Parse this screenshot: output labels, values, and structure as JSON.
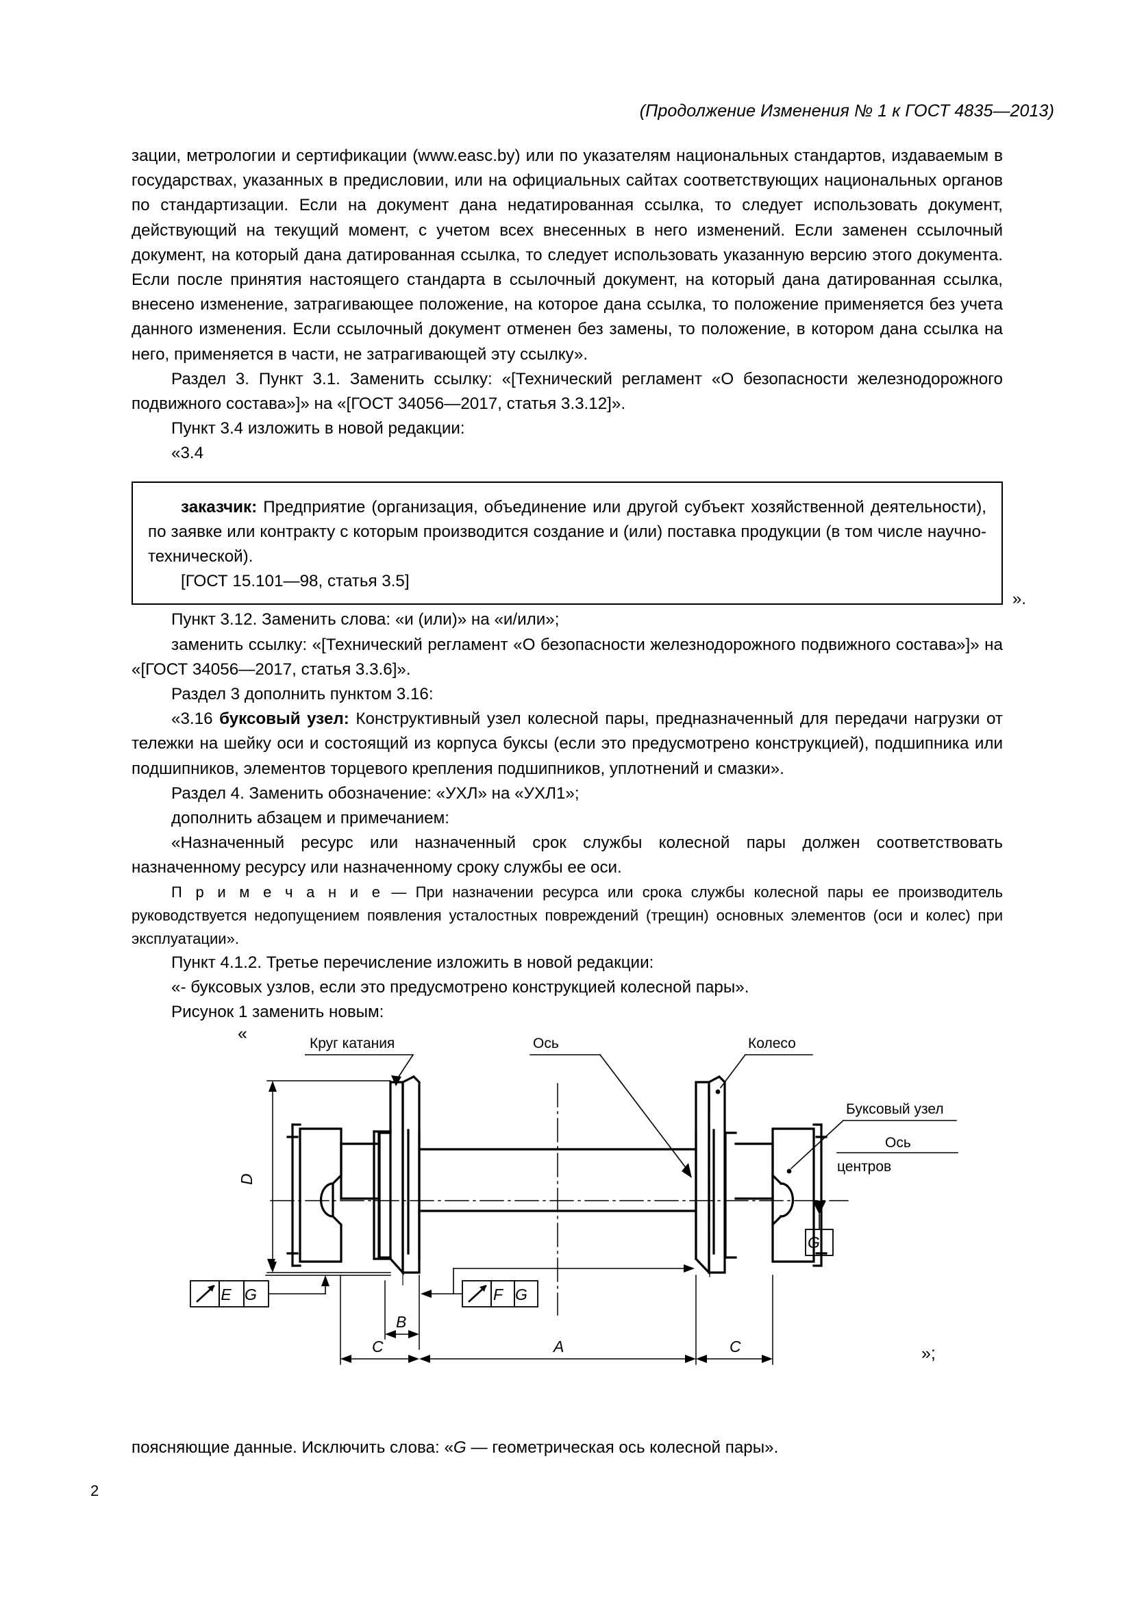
{
  "header": {
    "running_title": "(Продолжение Изменения № 1 к ГОСТ 4835—2013)"
  },
  "body": {
    "p1": "зации, метрологии и сертификации (www.easc.by) или по указателям национальных стандартов, издаваемым в государствах, указанных в предисловии, или на официальных сайтах соответствующих национальных органов по стандартизации. Если на документ дана недатированная ссылка, то следует использовать документ, действующий на текущий момент, с учетом всех внесенных в него изменений. Если заменен ссылочный документ, на который дана датированная ссылка, то следует использовать указанную версию этого документа. Если после принятия настоящего стандарта в ссылочный документ, на который дана датированная ссылка, внесено изменение, затрагивающее положение, на которое дана ссылка, то положение применяется без учета данного изменения. Если ссылочный документ отменен без замены, то положение, в котором дана ссылка на него, применяется в части, не затрагивающей эту ссылку».",
    "p2": "Раздел 3. Пункт 3.1. Заменить ссылку: «[Технический регламент «О безопасности железнодорожного подвижного состава»]» на «[ГОСТ 34056—2017, статья 3.3.12]».",
    "p3": "Пункт 3.4 изложить в новой редакции:",
    "p4": "«3.4",
    "p5_a": "Пункт 3.12. Заменить слова: «и (или)» на «и/или»;",
    "p5_b": "заменить ссылку: «[Технический регламент «О безопасности железнодорожного подвижного состава»]» на «[ГОСТ 34056—2017, статья 3.3.6]».",
    "p6": "Раздел 3 дополнить пунктом 3.16:",
    "p7_prefix": "«3.16 ",
    "p7_term": "буксовый узел:",
    "p7_rest": " Конструктивный узел колесной пары, предназначенный для передачи нагрузки от тележки на шейку оси и состоящий из корпуса буксы (если это предусмотрено конструкцией), подшипника или подшипников, элементов торцевого крепления подшипников, уплотнений и смазки».",
    "p8": "Раздел 4. Заменить обозначение: «УХЛ» на «УХЛ1»;",
    "p9": "дополнить абзацем и примечанием:",
    "p10": "«Назначенный ресурс или назначенный срок службы колесной пары должен соответствовать назначенному ресурсу или назначенному сроку службы ее оси.",
    "p11_label": "П р и м е ч а н и е",
    "p11_text": " — При назначении ресурса или срока службы колесной пары ее производитель руководствуется недопущением появления усталостных повреждений (трещин) основных элементов (оси и колес) при эксплуатации».",
    "p12": "Пункт 4.1.2. Третье перечисление изложить в новой редакции:",
    "p13": "«- буксовых узлов, если это предусмотрено конструкцией колесной пары».",
    "p14": "Рисунок 1 заменить новым:"
  },
  "definition_box": {
    "term": "заказчик:",
    "text": " Предприятие (организация, объединение или другой субъект хозяйственной деятельности), по заявке или контракту с которым производится создание и (или) поставка продукции (в том числе научно-технической).",
    "source": "[ГОСТ 15.101—98, статья 3.5]",
    "closing_quote": "»."
  },
  "figure": {
    "open_quote": "«",
    "close_quote": "»;",
    "labels": {
      "tread_circle": "Круг катания",
      "axle": "Ось",
      "wheel": "Колесо",
      "axlebox_unit": "Буксовый узел",
      "centers_axis_line1": "Ось",
      "centers_axis_line2": "центров"
    },
    "dimensions": {
      "d": "D",
      "a": "A",
      "b": "B",
      "c_left": "C",
      "c_right": "C"
    },
    "control_frames": {
      "left": [
        "E",
        "G"
      ],
      "middle": [
        "F",
        "G"
      ],
      "datum": "G"
    }
  },
  "tail": {
    "before": "поясняющие данные. Исключить слова: «",
    "symbol": "G",
    "after": " — геометрическая ось колесной пары»."
  },
  "page_number": "2"
}
